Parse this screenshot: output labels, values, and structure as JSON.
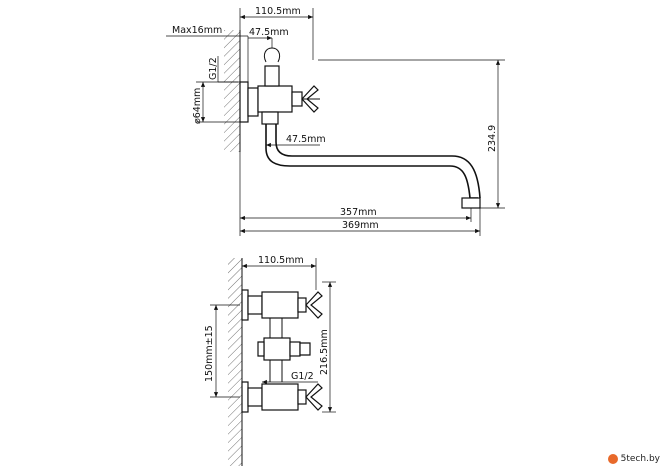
{
  "top_view": {
    "dim_width_top": "110.5mm",
    "dim_max": "Max16mm",
    "dim_center": "47.5mm",
    "dim_thread": "G1/2",
    "dim_flange": "⌀64mm",
    "dim_spout_offset": "47.5mm",
    "dim_height": "234.9",
    "dim_spout_reach": "357mm",
    "dim_total_length": "369mm"
  },
  "front_view": {
    "dim_width": "110.5mm",
    "dim_spacing": "150mm±15",
    "dim_height": "216.5mm",
    "dim_thread": "G1/2"
  },
  "watermark": {
    "text": "5tech.by",
    "color": "#e8692a"
  }
}
